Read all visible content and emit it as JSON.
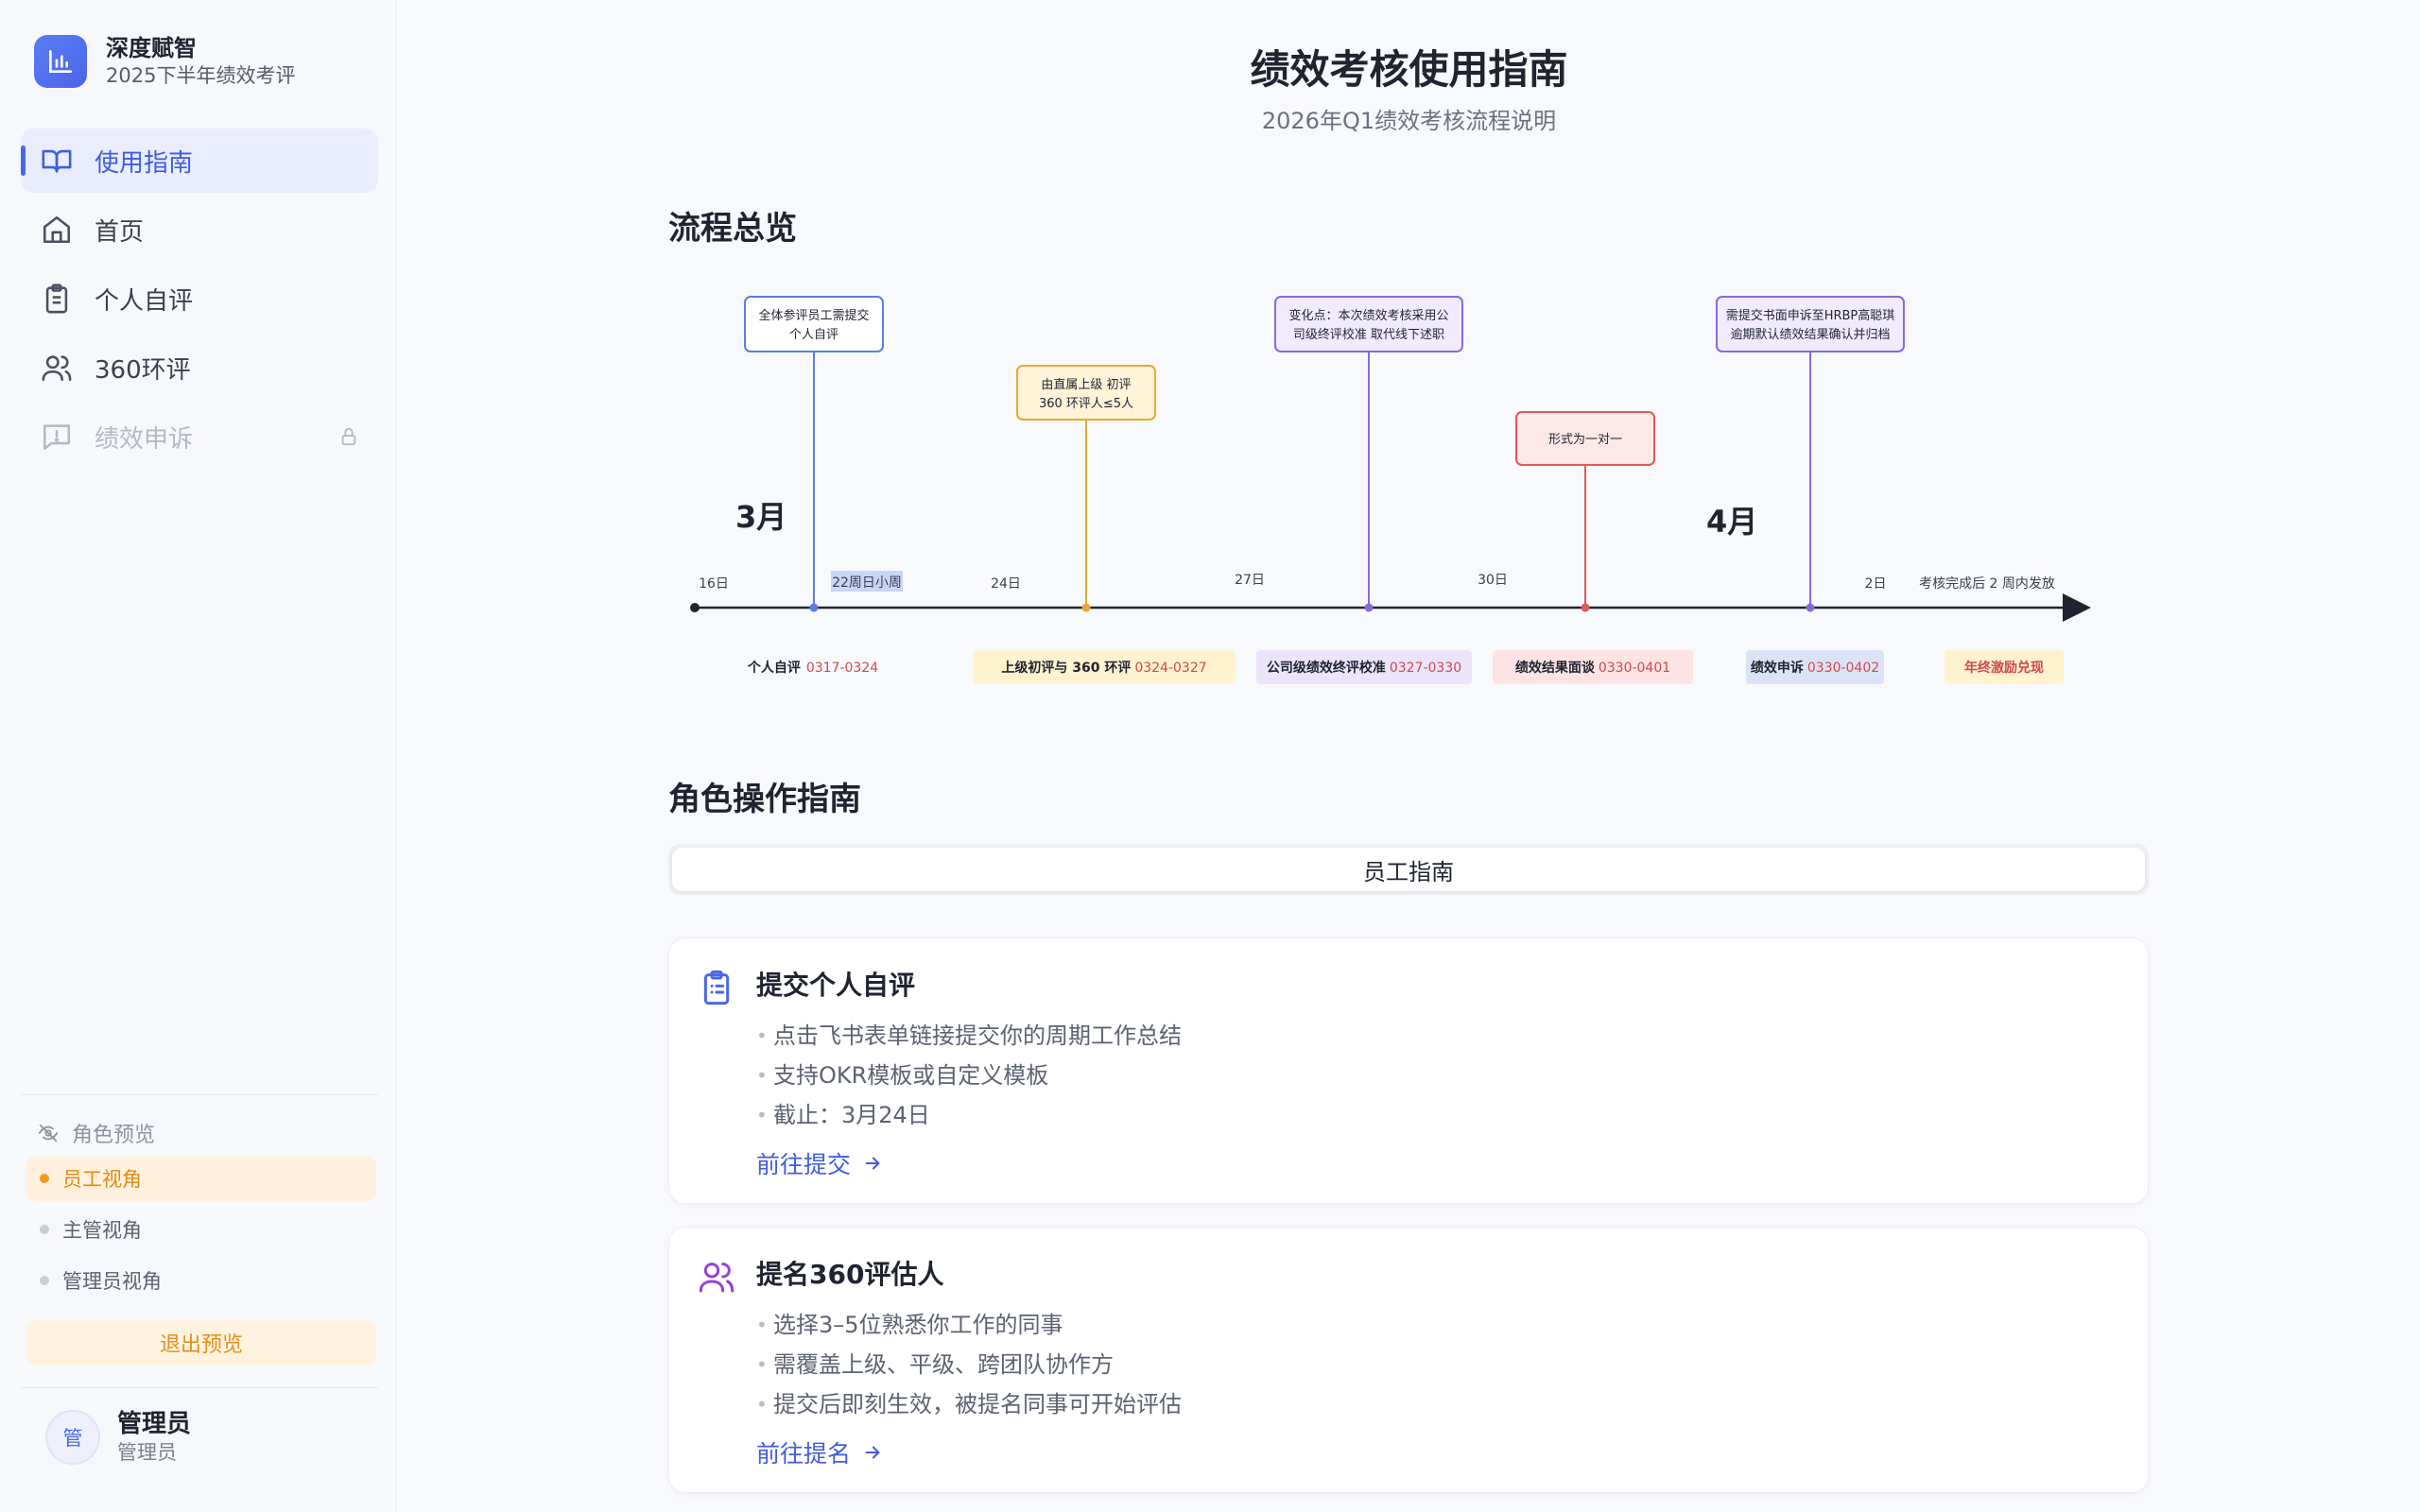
{
  "brand": {
    "name": "深度赋智",
    "subtitle": "2025下半年绩效考评"
  },
  "nav": [
    {
      "label": "使用指南"
    },
    {
      "label": "首页"
    },
    {
      "label": "个人自评"
    },
    {
      "label": "360环评"
    },
    {
      "label": "绩效申诉"
    }
  ],
  "preview": {
    "title": "角色预览",
    "roles": [
      {
        "label": "员工视角"
      },
      {
        "label": "主管视角"
      },
      {
        "label": "管理员视角"
      }
    ],
    "exit_label": "退出预览"
  },
  "user": {
    "avatar": "管",
    "name": "管理员",
    "role": "管理员"
  },
  "page": {
    "title": "绩效考核使用指南",
    "subtitle": "2026年Q1绩效考核流程说明"
  },
  "sections": {
    "overview": "流程总览",
    "roles": "角色操作指南"
  },
  "timeline": {
    "months": [
      "3月",
      "4月"
    ],
    "dates": [
      "16日",
      "22周日小周",
      "24日",
      "27日",
      "30日",
      "2日",
      "考核完成后 2 周内发放"
    ],
    "callouts": [
      {
        "lines": [
          "全体参评员工需提交",
          "个人自评"
        ]
      },
      {
        "lines": [
          "由直属上级 初评",
          "360 环评人≤5人"
        ]
      },
      {
        "lines": [
          "变化点：本次绩效考核采用公",
          "司级终评校准 取代线下述职"
        ]
      },
      {
        "lines": [
          "形式为一对一"
        ]
      },
      {
        "lines": [
          "需提交书面申诉至HRBP高聪琪",
          "逾期默认绩效结果确认并归档"
        ]
      }
    ],
    "phases": [
      {
        "name": "个人自评",
        "range": "0317-0324"
      },
      {
        "name": "上级初评与 360 环评",
        "range": "0324-0327"
      },
      {
        "name": "公司级绩效终评校准",
        "range": "0327-0330"
      },
      {
        "name": "绩效结果面谈",
        "range": "0330-0401"
      },
      {
        "name": "绩效申诉",
        "range": "0330-0402"
      },
      {
        "name": "年终激励兑现",
        "range": ""
      }
    ]
  },
  "tab": {
    "label": "员工指南"
  },
  "cards": [
    {
      "title": "提交个人自评",
      "items": [
        "点击飞书表单链接提交你的周期工作总结",
        "支持OKR模板或自定义模板",
        "截止：3月24日"
      ],
      "link": "前往提交"
    },
    {
      "title": "提名360评估人",
      "items": [
        "选择3–5位熟悉你工作的同事",
        "需覆盖上级、平级、跨团队协作方",
        "提交后即刻生效，被提名同事可开始评估"
      ],
      "link": "前往提名"
    }
  ],
  "icons": {
    "logo": "bar-chart-icon",
    "nav": [
      "book-open-icon",
      "home-icon",
      "clipboard-icon",
      "users-icon",
      "message-alert-icon"
    ],
    "lock": "lock-icon",
    "preview": "eye-off-icon",
    "card1": "clipboard-list-icon",
    "card2": "users-icon",
    "arrow": "arrow-right-icon"
  },
  "colors": {
    "accent": "#4a66e8",
    "preview_active": "#f39b1e",
    "card2_icon": "#9b3fd6"
  }
}
